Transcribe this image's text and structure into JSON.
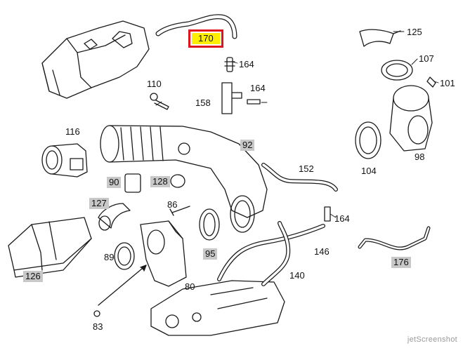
{
  "selected_part": "170",
  "colors": {
    "line": "#1a1a1a",
    "label_shade": "#c8c8c8",
    "highlight_fill": "#ffee00",
    "highlight_border": "#e0141c"
  },
  "callouts": {
    "p170": "170",
    "p164a": "164",
    "p164b": "164",
    "p164c": "164",
    "p125": "125",
    "p107": "107",
    "p101": "101",
    "p110": "110",
    "p158": "158",
    "p116": "116",
    "p92": "92",
    "p98": "98",
    "p104": "104",
    "p152": "152",
    "p90": "90",
    "p128": "128",
    "p127": "127",
    "p86": "86",
    "p126": "126",
    "p89": "89",
    "p95": "95",
    "p146": "146",
    "p176": "176",
    "p140": "140",
    "p80": "80",
    "p83": "83"
  },
  "watermark": "jetScreenshot"
}
